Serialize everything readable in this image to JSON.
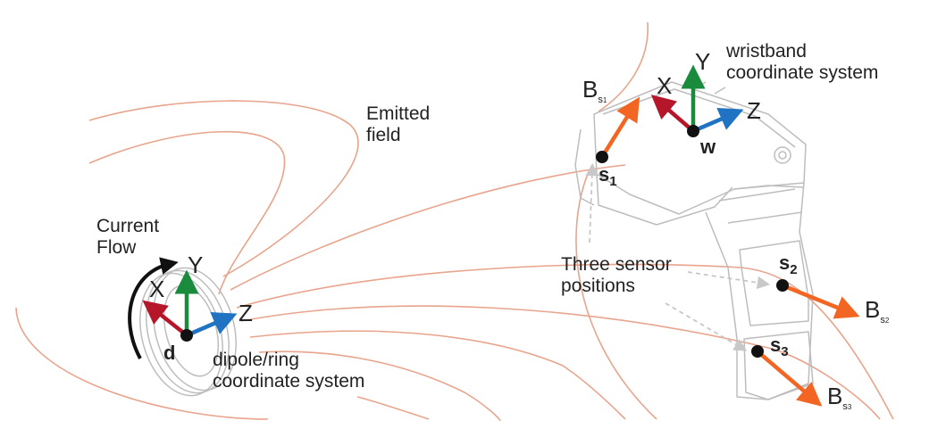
{
  "labels": {
    "emitted_field": "Emitted\nfield",
    "current_flow": "Current\nFlow",
    "dipole_coord": "dipole/ring\ncoordinate system",
    "wristband_coord": "wristband\ncoordinate system",
    "three_sensor": "Three sensor\npositions"
  },
  "axes": {
    "dipole": {
      "x": "X",
      "y": "Y",
      "z": "Z",
      "origin": "d"
    },
    "wristband": {
      "x": "X",
      "y": "Y",
      "z": "Z",
      "origin": "w"
    }
  },
  "sensors": [
    {
      "name": "s",
      "index": "1",
      "field": "B",
      "field_sub": "s",
      "field_sub_index": "1"
    },
    {
      "name": "s",
      "index": "2",
      "field": "B",
      "field_sub": "s",
      "field_sub_index": "2"
    },
    {
      "name": "s",
      "index": "3",
      "field": "B",
      "field_sub": "s",
      "field_sub_index": "3"
    }
  ],
  "colors": {
    "field_lines": "#e8a48c",
    "vector_orange": "#f26522",
    "axis_red": "#b5162a",
    "axis_green": "#1a8a3c",
    "axis_blue": "#1f73c2",
    "device_outline": "#bdbdbd",
    "text": "#222222"
  }
}
